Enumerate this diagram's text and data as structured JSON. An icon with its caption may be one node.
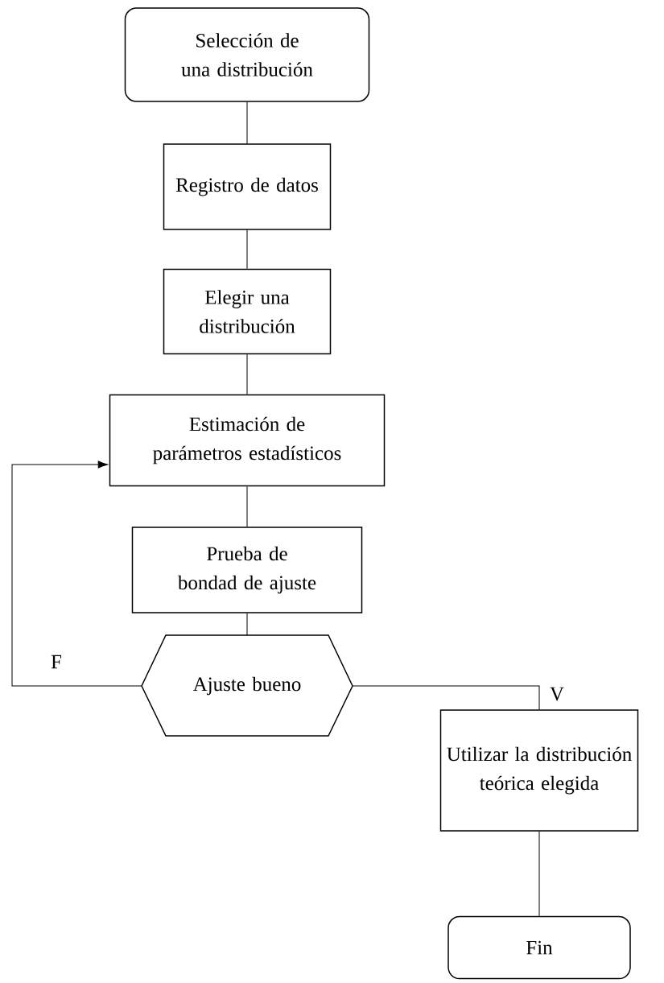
{
  "diagram": {
    "nodes": [
      {
        "text": [
          "Selección de una distribución"
        ]
      },
      {
        "text": [
          "Registro de datos"
        ]
      },
      {
        "text": [
          "Elegir una distribución"
        ]
      },
      {
        "text": [
          "Estimación de parámetros estadísticos"
        ]
      },
      {
        "text": [
          "Prueba de bondad de ajuste"
        ]
      },
      {
        "text": [
          "Ajuste bueno"
        ]
      },
      {
        "text": [
          "Utilizar la distribución teórica elegida"
        ]
      },
      {
        "text": [
          "Fin"
        ]
      }
    ],
    "edges": [
      {
        "from": 0,
        "to": 1,
        "arrow": "none"
      },
      {
        "from": 1,
        "to": 2,
        "arrow": "none"
      },
      {
        "from": 2,
        "to": 3,
        "arrow": "none"
      },
      {
        "from": 3,
        "to": 4,
        "arrow": "none"
      },
      {
        "from": 4,
        "to": 5,
        "arrow": "none"
      },
      {
        "from": 5,
        "to": 3,
        "arrow": "to",
        "label": "F"
      },
      {
        "from": 5,
        "to": 6,
        "arrow": "none",
        "label": "V"
      },
      {
        "from": 6,
        "to": 7,
        "arrow": "none"
      }
    ]
  }
}
